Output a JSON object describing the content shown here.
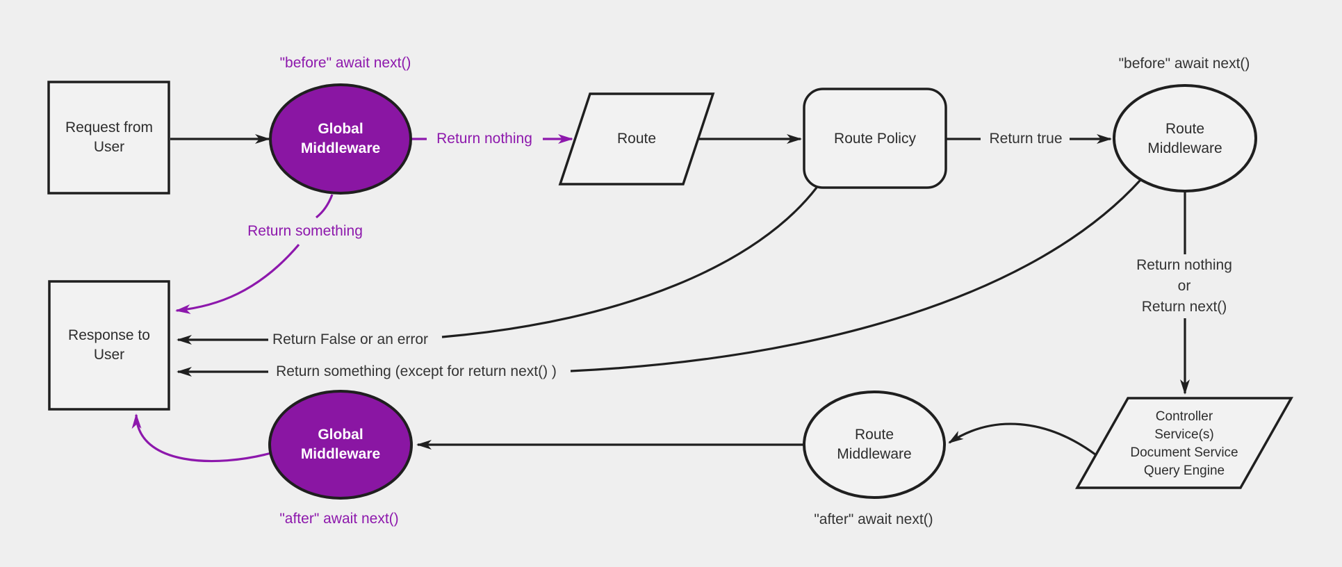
{
  "colors": {
    "background": "#efefef",
    "node_fill": "#f2f2f2",
    "node_stroke": "#1f1f1f",
    "purple_fill": "#8a16a3",
    "purple_accent": "#8d18ac",
    "purple_node_text": "#ffffff",
    "text": "#333333"
  },
  "nodes": {
    "request_from_user": "Request from\nUser",
    "global_middleware_before": "Global\nMiddleware",
    "route": "Route",
    "route_policy": "Route Policy",
    "route_middleware_before": "Route\nMiddleware",
    "controller_services": "Controller\nService(s)\nDocument Service\nQuery Engine",
    "route_middleware_after": "Route\nMiddleware",
    "global_middleware_after": "Global\nMiddleware",
    "response_to_user": "Response to\nUser"
  },
  "edge_labels": {
    "before_await_next_global": "\"before\" await next()",
    "return_nothing": "Return nothing",
    "return_something": "Return something",
    "return_true": "Return true",
    "before_await_next_route": "\"before\" await next()",
    "return_nothing_or_next": "Return nothing\nor\nReturn next()",
    "return_false_or_error": "Return False or an error",
    "return_something_except": "Return something (except for return next() )",
    "after_await_next_global": "\"after\" await next()",
    "after_await_next_route": "\"after\" await next()"
  }
}
